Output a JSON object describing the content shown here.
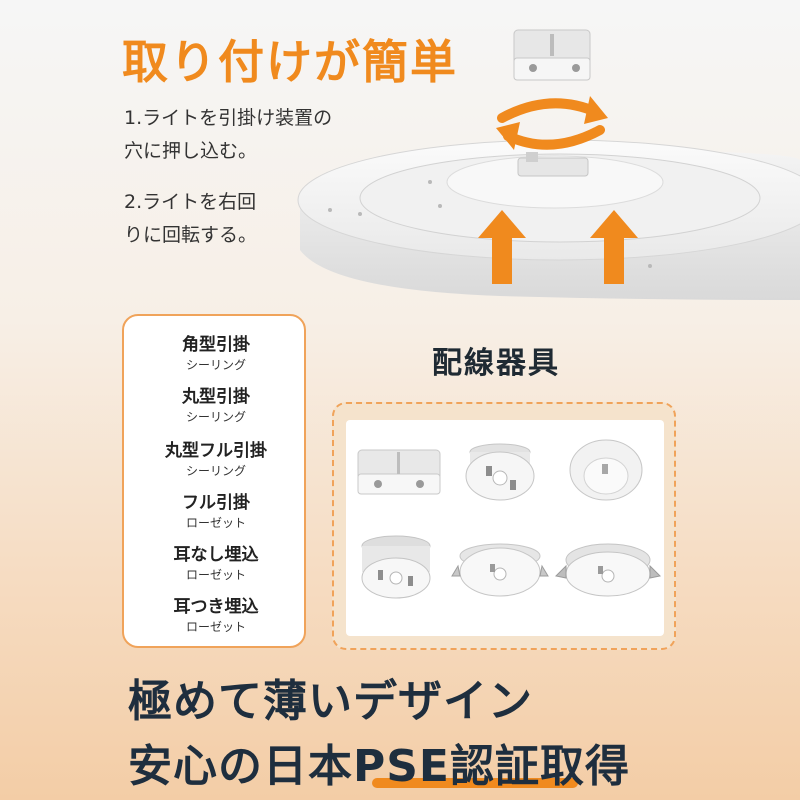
{
  "header": {
    "title": "取り付けが簡単"
  },
  "steps": [
    {
      "line1": "1.ライトを引掛け装置の",
      "line2": "穴に押し込む。"
    },
    {
      "line1": "2.ライトを右回",
      "line2": "りに回転する。"
    }
  ],
  "ceiling_types": [
    {
      "name": "角型引掛",
      "sub": "シーリング"
    },
    {
      "name": "丸型引掛",
      "sub": "シーリング"
    },
    {
      "name": "丸型フル引掛",
      "sub": "シーリング"
    },
    {
      "name": "フル引掛",
      "sub": "ローゼット"
    },
    {
      "name": "耳なし埋込",
      "sub": "ローゼット"
    },
    {
      "name": "耳つき埋込",
      "sub": "ローゼット"
    }
  ],
  "wiring": {
    "title": "配線器具"
  },
  "footer": {
    "headline1": "極めて薄いデザイン",
    "headline2": "安心の日本PSE認証取得"
  },
  "colors": {
    "accent": "#f08a1e",
    "dark_text": "#1e2e3e",
    "card_border": "#f0a35a"
  }
}
